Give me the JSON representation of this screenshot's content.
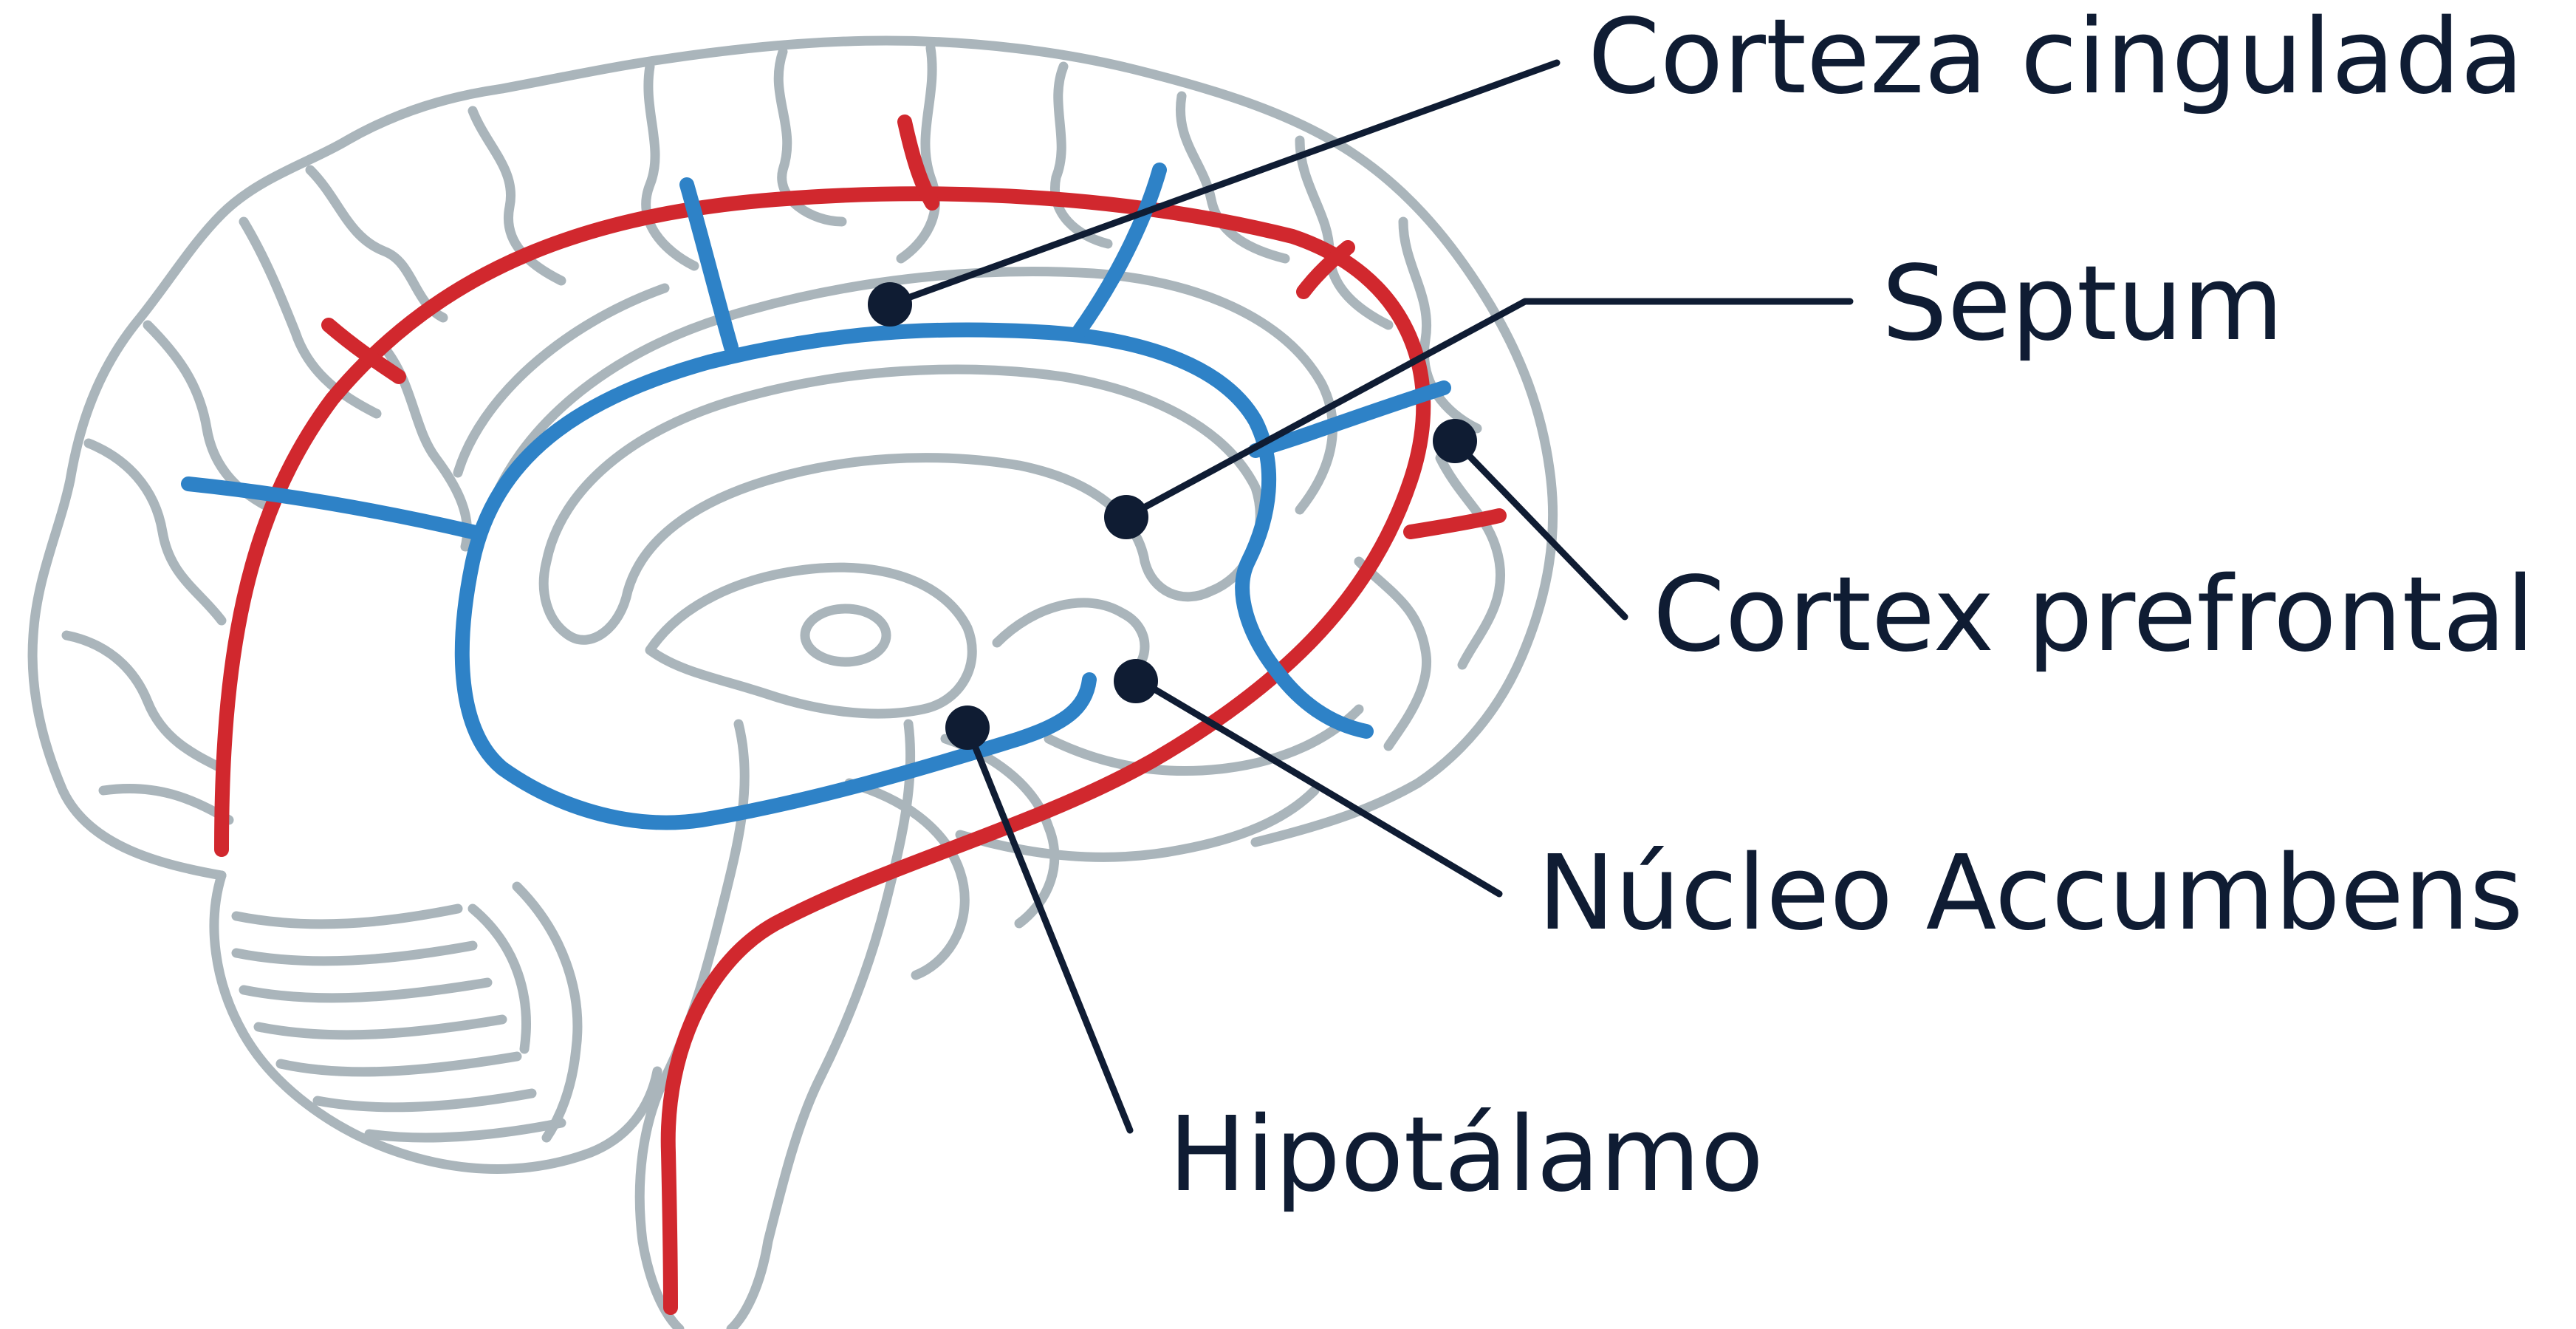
{
  "labels": {
    "cingulate_cortex": "Corteza cingulada",
    "septum": "Septum",
    "prefrontal_cortex": "Cortex prefrontal",
    "nucleus_accumbens": "Núcleo Accumbens",
    "hypothalamus": "Hipotálamo"
  },
  "colors": {
    "label_text": "#0f1c33",
    "leader_line": "#0f1c33",
    "brain_outline": "#aab5bb",
    "pathway_red": "#d1282e",
    "pathway_blue": "#2e82c7",
    "background": "#ffffff"
  }
}
